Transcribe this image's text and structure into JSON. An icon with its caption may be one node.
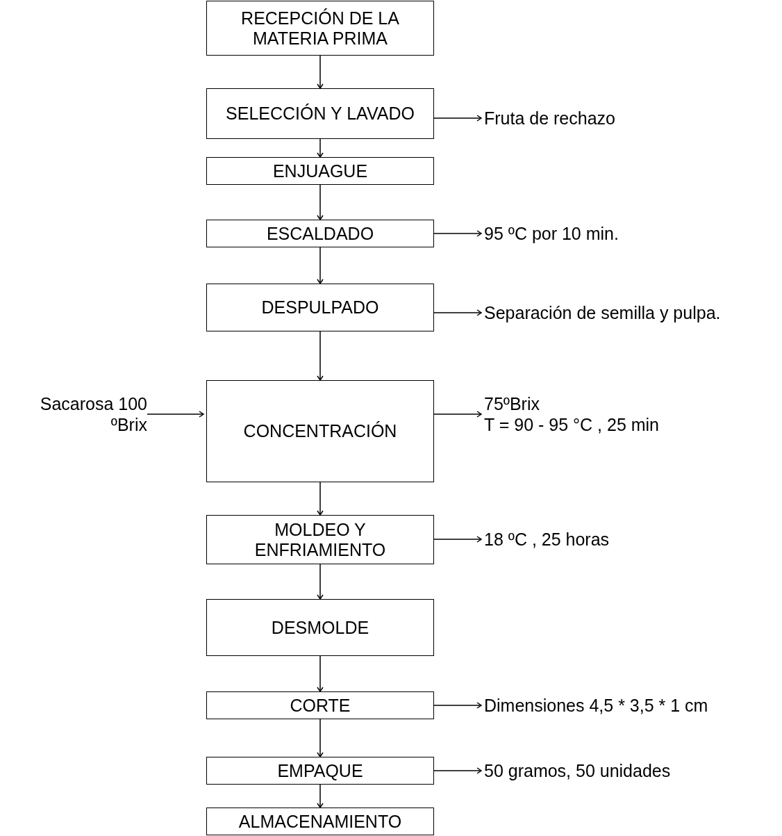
{
  "diagram": {
    "nodes": [
      {
        "text": [
          "RECEPCIÓN DE LA MATERIA PRIMA"
        ]
      },
      {
        "text": [
          "SELECCIÓN Y LAVADO"
        ]
      },
      {
        "text": [
          "Fruta de rechazo"
        ]
      },
      {
        "text": [
          "ENJUAGUE"
        ]
      },
      {
        "text": [
          "ESCALDADO"
        ]
      },
      {
        "text": [
          "95 ºC por 10 min."
        ]
      },
      {
        "text": [
          "DESPULPADO"
        ]
      },
      {
        "text": [
          "Separación de semilla y pulpa."
        ]
      },
      {
        "text": [
          "Sacarosa 100 ºBrix"
        ]
      },
      {
        "text": [
          "CONCENTRACIÓN"
        ]
      },
      {
        "text": [
          "75ºBrix",
          "T = 90 - 95 °C , 25 min"
        ]
      },
      {
        "text": [
          "MOLDEO Y ENFRIAMIENTO"
        ]
      },
      {
        "text": [
          "18 ºC , 25 horas"
        ]
      },
      {
        "text": [
          "DESMOLDE"
        ]
      },
      {
        "text": [
          "CORTE"
        ]
      },
      {
        "text": [
          "Dimensiones 4,5 * 3,5 * 1 cm"
        ]
      },
      {
        "text": [
          "EMPAQUE"
        ]
      },
      {
        "text": [
          "50 gramos, 50 unidades"
        ]
      },
      {
        "text": [
          "ALMACENAMIENTO"
        ]
      }
    ],
    "edges": [
      {
        "from": 0,
        "to": 1,
        "arrow": "to"
      },
      {
        "from": 1,
        "to": 3,
        "arrow": "to"
      },
      {
        "from": 3,
        "to": 4,
        "arrow": "to"
      },
      {
        "from": 4,
        "to": 6,
        "arrow": "to"
      },
      {
        "from": 6,
        "to": 9,
        "arrow": "to"
      },
      {
        "from": 9,
        "to": 11,
        "arrow": "to"
      },
      {
        "from": 11,
        "to": 13,
        "arrow": "to"
      },
      {
        "from": 13,
        "to": 14,
        "arrow": "to"
      },
      {
        "from": 14,
        "to": 16,
        "arrow": "to"
      },
      {
        "from": 16,
        "to": 18,
        "arrow": "to"
      },
      {
        "from": 1,
        "to": 2,
        "arrow": "to"
      },
      {
        "from": 4,
        "to": 5,
        "arrow": "to"
      },
      {
        "from": 6,
        "to": 7,
        "arrow": "to"
      },
      {
        "from": 8,
        "to": 9,
        "arrow": "to"
      },
      {
        "from": 9,
        "to": 10,
        "arrow": "to"
      },
      {
        "from": 11,
        "to": 12,
        "arrow": "to"
      },
      {
        "from": 14,
        "to": 15,
        "arrow": "to"
      },
      {
        "from": 16,
        "to": 17,
        "arrow": "to"
      }
    ]
  }
}
